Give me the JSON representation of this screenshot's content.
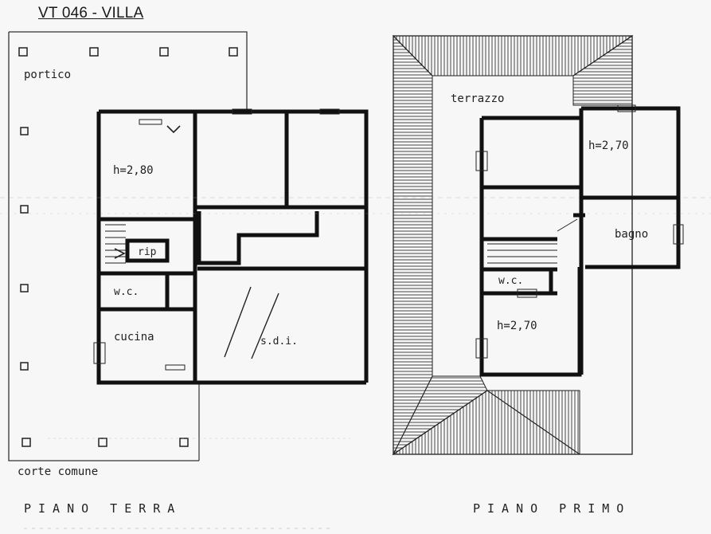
{
  "header": {
    "title": "VT 046 - VILLA"
  },
  "ground_floor": {
    "portico": "portico",
    "room_height": "h=2,80",
    "storage": "rip",
    "wc": "w.c.",
    "kitchen": "cucina",
    "sdi": "s.d.i.",
    "courtyard": "corte comune",
    "floor_label": "PIANO TERRA"
  },
  "first_floor": {
    "terrace": "terrazzo",
    "room_height_1": "h=2,70",
    "bathroom": "bagno",
    "wc": "w.c.",
    "room_height_2": "h=2,70",
    "floor_label": "PIANO PRIMO"
  }
}
